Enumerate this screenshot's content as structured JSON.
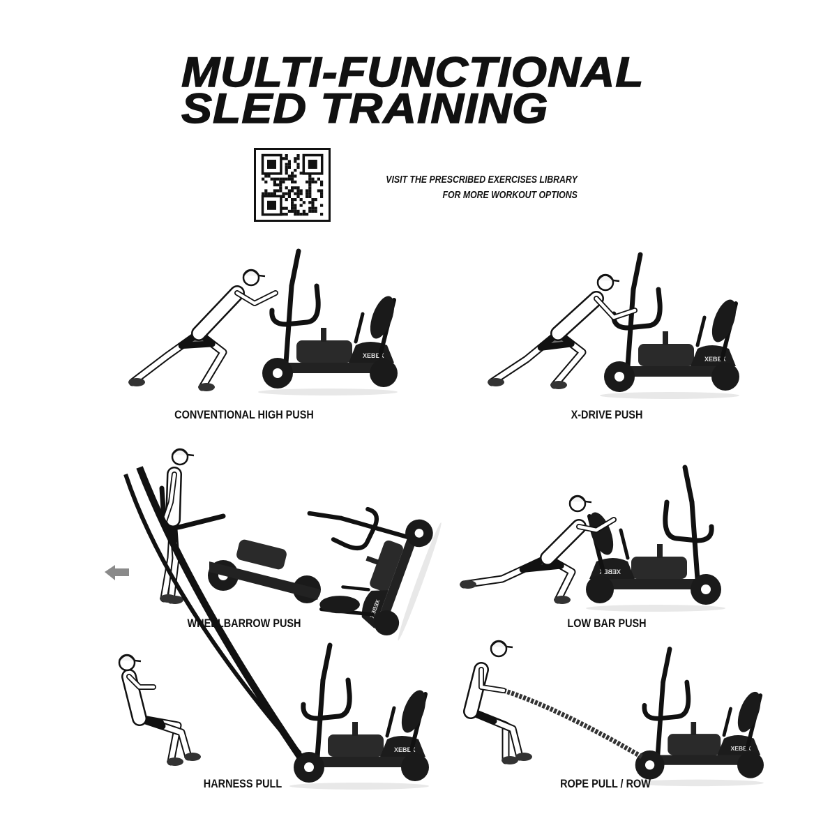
{
  "title": {
    "line1": "MULTI-FUNCTIONAL",
    "line2": "SLED TRAINING"
  },
  "promo": {
    "line1": "VISIT THE PRESCRIBED EXERCISES LIBRARY",
    "line2": "FOR MORE WORKOUT OPTIONS"
  },
  "brand": "XEBEX",
  "exercises": [
    {
      "label": "CONVENTIONAL HIGH PUSH"
    },
    {
      "label": "X-DRIVE PUSH"
    },
    {
      "label": "WHEELBARROW PUSH"
    },
    {
      "label": "LOW BAR PUSH"
    },
    {
      "label": "HARNESS PULL"
    },
    {
      "label": "ROPE PULL / ROW"
    }
  ],
  "colors": {
    "ink": "#111111",
    "shorts": "#6e6e6e",
    "skin": "#ffffff",
    "arrow": "#8a8a8a"
  }
}
